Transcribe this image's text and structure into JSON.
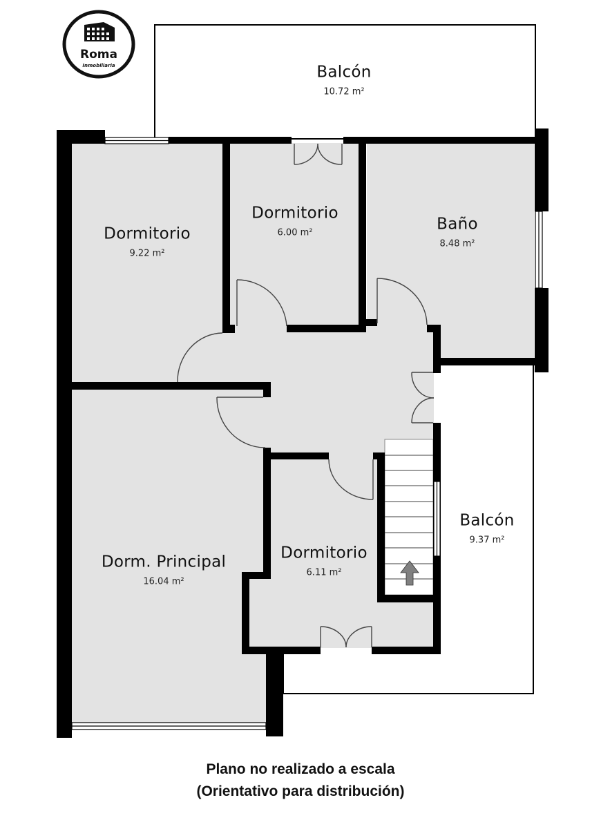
{
  "logo": {
    "title": "Roma",
    "subtitle": "Inmobiliaria",
    "icon": "colosseum-icon"
  },
  "rooms": [
    {
      "name": "Balcón",
      "area": "10.72 m²"
    },
    {
      "name": "Dormitorio",
      "area": "9.22 m²"
    },
    {
      "name": "Dormitorio",
      "area": "6.00 m²"
    },
    {
      "name": "Baño",
      "area": "8.48 m²"
    },
    {
      "name": "Balcón",
      "area": "9.37 m²"
    },
    {
      "name": "Dormitorio",
      "area": "6.11 m²"
    },
    {
      "name": "Dorm. Principal",
      "area": "16.04 m²"
    }
  ],
  "stairs": {
    "icon": "stairs-up-arrow-icon",
    "steps": 10
  },
  "footer": {
    "line1": "Plano no realizado a escala",
    "line2": "(Orientativo para distribución)"
  },
  "colors": {
    "wall": "#000000",
    "floor": "#e3e3e3",
    "balcony": "#ffffff",
    "door_line": "#444444",
    "arrow": "#808080"
  }
}
